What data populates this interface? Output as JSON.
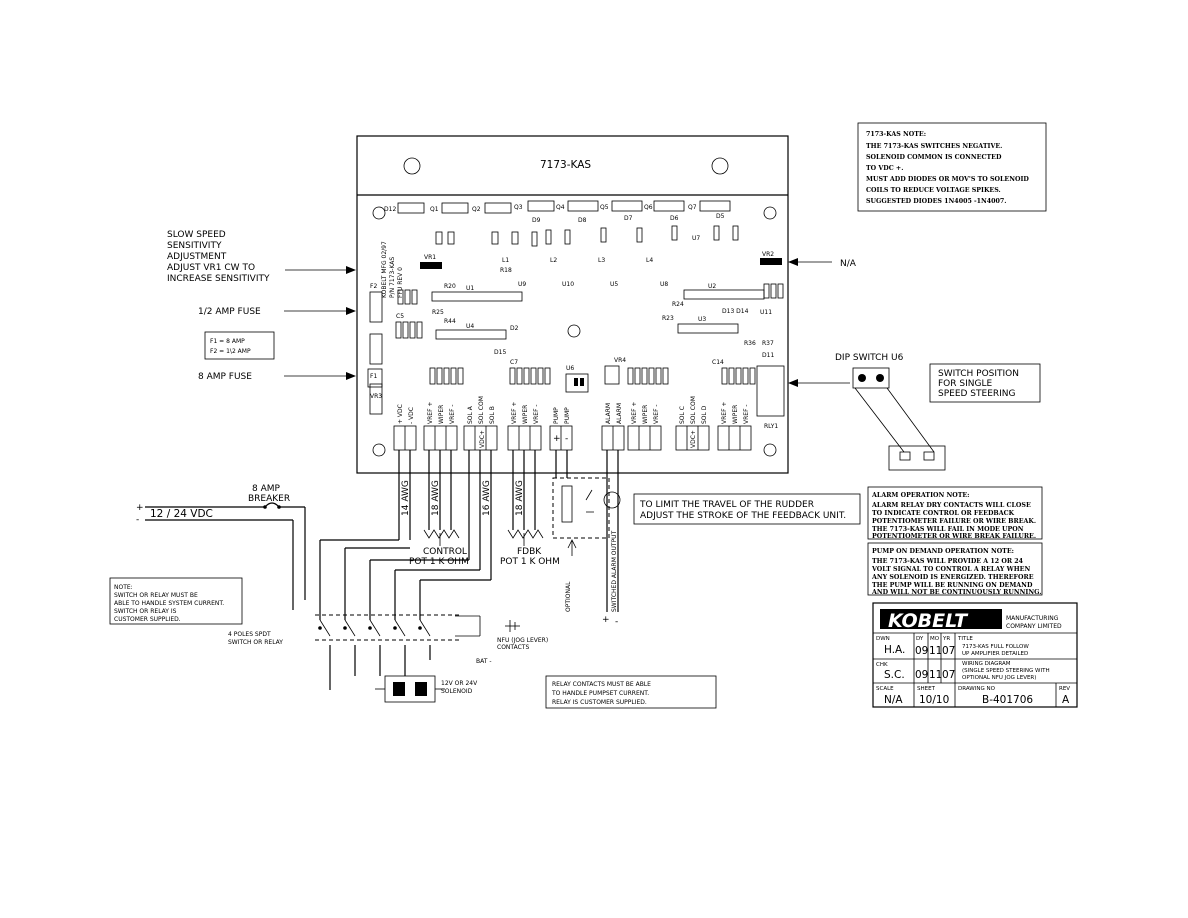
{
  "board": {
    "model": "7173-KAS",
    "silkscreen": [
      "KOBELT MFG 02/97",
      "P/N 7173-KAS",
      "FFU REV 0"
    ],
    "fuse_labels": [
      "F2",
      "F1"
    ],
    "component_labels": [
      {
        "text": "D12"
      },
      {
        "text": "Q1"
      },
      {
        "text": "Q2"
      },
      {
        "text": "Q3"
      },
      {
        "text": "Q4"
      },
      {
        "text": "Q5"
      },
      {
        "text": "Q6"
      },
      {
        "text": "Q7"
      },
      {
        "text": "D9"
      },
      {
        "text": "D8"
      },
      {
        "text": "D7"
      },
      {
        "text": "D6"
      },
      {
        "text": "D5"
      },
      {
        "text": "U7"
      },
      {
        "text": "VR1"
      },
      {
        "text": "VR2"
      },
      {
        "text": "VR3"
      },
      {
        "text": "VR4"
      },
      {
        "text": "U1"
      },
      {
        "text": "U2"
      },
      {
        "text": "U3"
      },
      {
        "text": "U4"
      },
      {
        "text": "U5"
      },
      {
        "text": "U6"
      },
      {
        "text": "U8"
      },
      {
        "text": "U9"
      },
      {
        "text": "U10"
      },
      {
        "text": "U11"
      },
      {
        "text": "L1"
      },
      {
        "text": "L2"
      },
      {
        "text": "L3"
      },
      {
        "text": "L4"
      },
      {
        "text": "R18"
      },
      {
        "text": "R20"
      },
      {
        "text": "R24"
      },
      {
        "text": "R25"
      },
      {
        "text": "R44"
      },
      {
        "text": "R23"
      },
      {
        "text": "R36"
      },
      {
        "text": "R37"
      },
      {
        "text": "D13 D14"
      },
      {
        "text": "D15"
      },
      {
        "text": "D11"
      },
      {
        "text": "D2"
      },
      {
        "text": "C5"
      },
      {
        "text": "C7"
      },
      {
        "text": "C14"
      },
      {
        "text": "RLY1"
      }
    ],
    "terminals": [
      {
        "label": "+ VDC"
      },
      {
        "label": "- VDC"
      },
      {
        "label": "VREF +"
      },
      {
        "label": "WIPER"
      },
      {
        "label": "VREF -"
      },
      {
        "label": "SOL A"
      },
      {
        "label": "SOL COM"
      },
      {
        "label": "SOL B"
      },
      {
        "label": "VDC+"
      },
      {
        "label": "VREF +"
      },
      {
        "label": "WIPER"
      },
      {
        "label": "VREF -"
      },
      {
        "label": "PUMP"
      },
      {
        "label": "PUMP"
      },
      {
        "label": "ALARM"
      },
      {
        "label": "ALARM"
      },
      {
        "label": "VREF +"
      },
      {
        "label": "WIPER"
      },
      {
        "label": "VREF -"
      },
      {
        "label": "SOL C"
      },
      {
        "label": "SOL COM"
      },
      {
        "label": "SOL D"
      },
      {
        "label": "VDC+"
      },
      {
        "label": "VREF +"
      },
      {
        "label": "WIPER"
      },
      {
        "label": "VREF -"
      }
    ],
    "pump_signs": [
      "+",
      "-"
    ]
  },
  "callouts": {
    "slow_speed": [
      "SLOW SPEED",
      "SENSITIVITY",
      "ADJUSTMENT",
      "ADJUST VR1 CW TO",
      "INCREASE SENSITIVITY"
    ],
    "half_amp_fuse": "1/2 AMP FUSE",
    "eight_amp_fuse": "8 AMP FUSE",
    "fuse_ratings": [
      "F1 = 8 AMP",
      "F2 = 1\\2 AMP"
    ],
    "na": "N/A",
    "dip_switch": "DIP SWITCH U6",
    "switch_position": [
      "SWITCH POSITION",
      "FOR SINGLE",
      "SPEED STEERING"
    ],
    "rudder_travel": [
      "TO LIMIT THE TRAVEL OF THE RUDDER",
      "ADJUST THE STROKE OF THE FEEDBACK UNIT."
    ]
  },
  "notes": {
    "kas": {
      "title": "7173-KAS NOTE:",
      "lines": [
        "THE 7173-KAS SWITCHES NEGATIVE.",
        "SOLENOID COMMON IS CONNECTED",
        "TO VDC +.",
        "MUST ADD DIODES OR MOV'S TO SOLENOID",
        "COILS TO REDUCE VOLTAGE SPIKES.",
        "SUGGESTED DIODES 1N4005 -1N4007."
      ]
    },
    "alarm": {
      "title": "ALARM OPERATION NOTE:",
      "lines": [
        "ALARM RELAY DRY CONTACTS WILL CLOSE",
        "TO INDICATE CONTROL OR FEEDBACK",
        "POTENTIOMETER FAILURE OR WIRE BREAK.",
        "THE 7173-KAS WILL FAIL IN MODE UPON",
        "POTENTIOMETER OR WIRE BREAK FAILURE."
      ]
    },
    "pump": {
      "title": "PUMP ON DEMAND OPERATION NOTE:",
      "lines": [
        "THE 7173-KAS WILL PROVIDE A 12 OR 24",
        "VOLT SIGNAL TO CONTROL A RELAY WHEN",
        "ANY SOLENOID IS ENERGIZED. THEREFORE",
        "THE PUMP WILL BE RUNNING ON DEMAND",
        "AND WILL NOT BE CONTINUOUSLY RUNNING."
      ]
    },
    "switch_relay": {
      "title": "NOTE:",
      "lines": [
        "SWITCH OR RELAY MUST BE",
        "ABLE TO HANDLE SYSTEM CURRENT.",
        "SWITCH OR RELAY IS",
        "CUSTOMER SUPPLIED."
      ]
    },
    "relay_contacts": [
      "RELAY CONTACTS MUST BE ABLE",
      "TO HANDLE PUMPSET CURRENT.",
      "RELAY IS CUSTOMER SUPPLIED."
    ]
  },
  "wiring": {
    "breaker": [
      "8 AMP",
      "BREAKER"
    ],
    "supply": "12 / 24 VDC",
    "plus": "+",
    "minus": "-",
    "awg_14": "14 AWG",
    "awg_18a": "18 AWG",
    "awg_16": "16 AWG",
    "awg_18b": "18 AWG",
    "control_pot": [
      "CONTROL",
      "POT 1 K OHM"
    ],
    "fdbk_pot": [
      "FDBK",
      "POT 1 K OHM"
    ],
    "optional": "OPTIONAL",
    "switched_alarm": "SWITCHED ALARM OUTPUT",
    "alarm_plus": "+",
    "alarm_minus": "-",
    "switch_label": [
      "4 POLES SPDT",
      "SWITCH OR RELAY"
    ],
    "nfu_contacts": [
      "NFU (JOG LEVER)",
      "CONTACTS"
    ],
    "bat": "BAT -",
    "solenoid": [
      "12V OR 24V",
      "SOLENOID"
    ]
  },
  "title_block": {
    "company": "KOBELT",
    "company_sub": [
      "MANUFACTURING",
      "COMPANY LIMITED"
    ],
    "dwn_label": "DWN",
    "dwn": "H.A.",
    "dy_label": "DY",
    "mo_label": "MO",
    "yr_label": "YR",
    "dwn_date": [
      "09",
      "11",
      "07"
    ],
    "chk_label": "CHK",
    "chk": "S.C.",
    "chk_date": [
      "09",
      "11",
      "07"
    ],
    "title_label": "TITLE",
    "title_lines": [
      "7173-KAS FULL FOLLOW",
      "UP AMPLIFIER DETAILED",
      "WIRING DIAGRAM",
      "(SINGLE SPEED STEERING WITH",
      "OPTIONAL NFU JOG LEVER)"
    ],
    "scale_label": "SCALE",
    "scale": "N/A",
    "sheet_label": "SHEET",
    "sheet": "10/10",
    "drawing_label": "DRAWING NO",
    "drawing_no": "B-401706",
    "rev_label": "REV",
    "rev": "A"
  }
}
